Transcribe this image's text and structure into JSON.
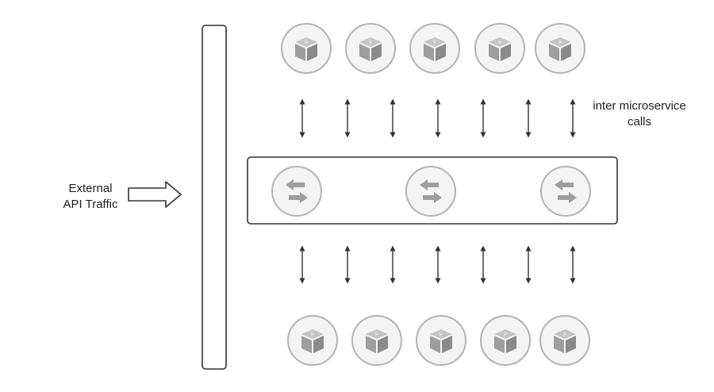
{
  "labels": {
    "external_line1": "External",
    "external_line2": "API Traffic",
    "calls_line1": "inter microservice",
    "calls_line2": "calls"
  },
  "icons": {
    "service": "microservice-box-icon",
    "proxy": "bidirectional-swap-arrows-icon",
    "traffic_arrow": "right-arrow-icon",
    "call_arrow": "double-headed-vertical-arrow-icon"
  },
  "colors": {
    "icon_gray": "#9e9e9e",
    "circle_fill": "#f4f4f4",
    "circle_stroke": "#b3b3b3",
    "line": "#333333"
  }
}
